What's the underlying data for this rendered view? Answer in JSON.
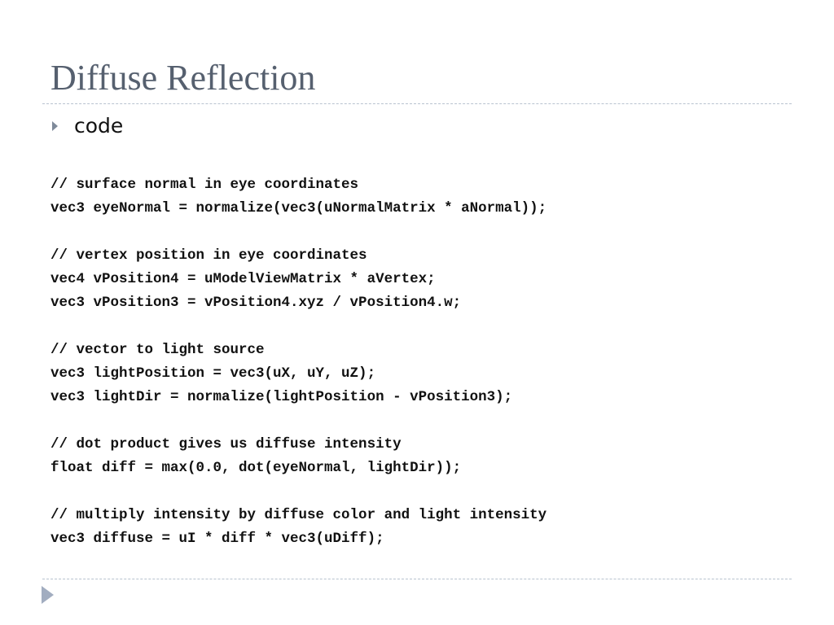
{
  "slide": {
    "title": "Diffuse Reflection",
    "bullet": {
      "label": "code",
      "icon": "triangle-bullet-icon"
    },
    "code_lines": [
      "// surface normal in eye coordinates",
      "vec3 eyeNormal = normalize(vec3(uNormalMatrix * aNormal));",
      "",
      "// vertex position in eye coordinates",
      "vec4 vPosition4 = uModelViewMatrix * aVertex;",
      "vec3 vPosition3 = vPosition4.xyz / vPosition4.w;",
      "",
      "// vector to light source",
      "vec3 lightPosition = vec3(uX, uY, uZ);",
      "vec3 lightDir = normalize(lightPosition - vPosition3);",
      "",
      "// dot product gives us diffuse intensity",
      "float diff = max(0.0, dot(eyeNormal, lightDir));",
      "",
      "// multiply intensity by diffuse color and light intensity",
      "vec3 diffuse = uI * diff * vec3(uDiff);"
    ],
    "nav_icon": "play-arrow-icon",
    "colors": {
      "title": "#56606f",
      "rule": "#b8c3cf",
      "bullet": "#7f8a9a",
      "nav_arrow": "#a2adc0",
      "text": "#111111"
    }
  }
}
